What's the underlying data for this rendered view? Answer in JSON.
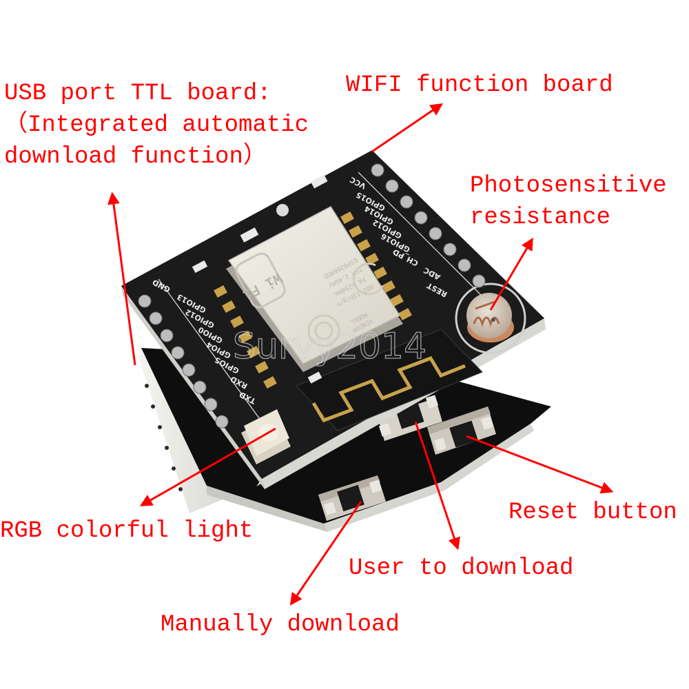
{
  "annotations": {
    "usb_board_line1": "USB port TTL board:",
    "usb_board_line2": "（Integrated automatic",
    "usb_board_line3": "download function）",
    "wifi_board": "WIFI function board",
    "photo_line1": "Photosensitive",
    "photo_line2": "resistance",
    "rgb_light": "RGB colorful light",
    "reset_button": "Reset button",
    "user_download": "User to download",
    "manual_download": "Manually download"
  },
  "board": {
    "left_pins": [
      "GND",
      "GPIO13",
      "GPIO12",
      "GPIO0",
      "GPIO4",
      "GPIO5",
      "RXD",
      "TXD"
    ],
    "right_pins": [
      "VCC",
      "GPIO15",
      "GPIO14",
      "GPIO12",
      "GPIO16",
      "CH_PD",
      "ADC",
      "REST"
    ],
    "module": {
      "model_lines": [
        "ESP8266MOD",
        "ISM 2.4GHz",
        "PA +25dBm",
        "802.11b/g/n"
      ],
      "vendor_lines": [
        "MODEL",
        "VENDOR"
      ],
      "wifi_logo": "Wi Fi"
    },
    "watermark": "Survy2014"
  },
  "colors": {
    "annotation": "#ff0000",
    "pcb": "#1b1b1b",
    "gold": "#c9a24a",
    "shield": "#e9e6dc",
    "header_white": "#f2f2ee"
  }
}
